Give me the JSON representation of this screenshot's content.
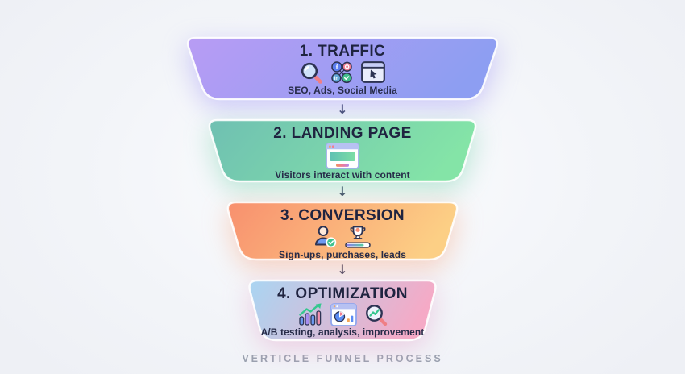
{
  "meta": {
    "caption": "VERTICLE FUNNEL PROCESS",
    "arrow_glyph": "↓",
    "title_color": "#1f2440",
    "arrow_color": "#3e4566",
    "caption_color": "#9aa1af"
  },
  "stages": [
    {
      "number": "1",
      "title": "1. TRAFFIC",
      "subtitle": "SEO, Ads, Social Media",
      "icons": [
        "search-icon",
        "social-media-icon",
        "ad-window-icon"
      ],
      "colors": {
        "gradient_from": "#b89cf4",
        "gradient_to": "#8d9ef2",
        "shadow": "rgba(140,128,242,0.40)"
      }
    },
    {
      "number": "2",
      "title": "2. LANDING PAGE",
      "subtitle": "Visitors interact with content",
      "icons": [
        "landing-page-window-icon"
      ],
      "colors": {
        "gradient_from": "#6fc0b2",
        "gradient_to": "#84e4a7",
        "shadow": "rgba(95,200,160,0.40)"
      }
    },
    {
      "number": "3",
      "title": "3. CONVERSION",
      "subtitle": "Sign-ups, purchases, leads",
      "icons": [
        "user-check-icon",
        "trophy-progress-icon"
      ],
      "colors": {
        "gradient_from": "#f8906e",
        "gradient_to": "#fccf85",
        "shadow": "rgba(246,150,110,0.40)"
      }
    },
    {
      "number": "4",
      "title": "4. OPTIMIZATION",
      "subtitle": "A/B testing, analysis, improvement",
      "icons": [
        "growth-chart-icon",
        "analytics-window-icon",
        "search-trend-icon"
      ],
      "colors": {
        "gradient_from": "#a9d5f2",
        "gradient_to": "#f5aac6",
        "shadow": "rgba(225,150,195,0.40)"
      }
    }
  ]
}
